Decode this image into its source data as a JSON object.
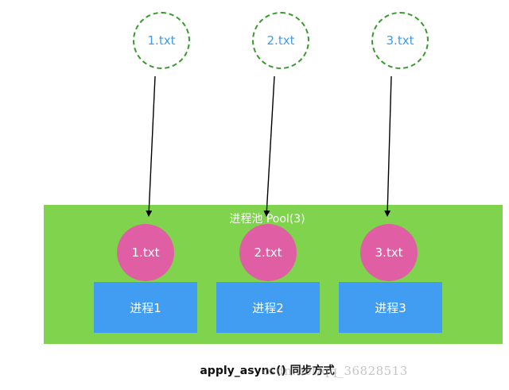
{
  "files": [
    {
      "label": "1.txt"
    },
    {
      "label": "2.txt"
    },
    {
      "label": "3.txt"
    }
  ],
  "pool": {
    "title": "进程池 Pool(3)"
  },
  "tasks": [
    {
      "label": "1.txt"
    },
    {
      "label": "2.txt"
    },
    {
      "label": "3.txt"
    }
  ],
  "processes": [
    {
      "label": "进程1"
    },
    {
      "label": "进程2"
    },
    {
      "label": "进程3"
    }
  ],
  "caption": "apply_async() 同步方式",
  "watermark": "csdn.net/qq_36828513",
  "colors": {
    "pool": "#7fd34d",
    "task": "#e05ea3",
    "process": "#419df2",
    "file_text": "#3f9bf0",
    "file_border": "#3a9a2f"
  }
}
